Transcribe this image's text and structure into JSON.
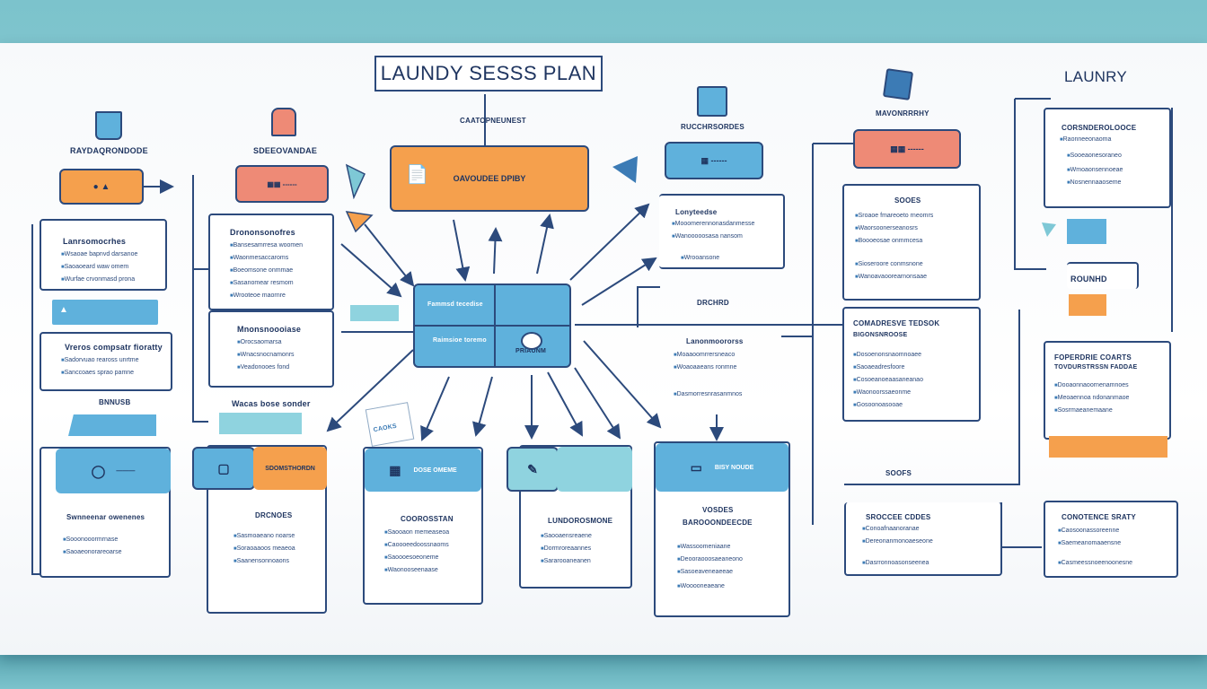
{
  "title": "LAUNDY SESSS PLAN",
  "top_right_title": "LAUNRY",
  "center_node": {
    "top_left": "Fammsd tecedise",
    "bottom_left": "Raimsioe toremo",
    "bottom_right": "PRIAUNM"
  },
  "header_nodes": {
    "center_orange": "OAVOUDEE DPIBY",
    "center_sub": "CAATOPNEUNEST",
    "left_sub": "RAYDAQRONDODE",
    "left2_sub": "SDEEOVANDAE",
    "right_sub": "RUCCHRSORDES",
    "right2_sub": "MAVONRRRHY"
  },
  "panels": {
    "p1_title": "Lanrsomocrhes",
    "p1b_title": "Vreros compsatr fioratty",
    "p1_mid": "BNNUSB",
    "p2_title": "Drononsonofres",
    "p2_bottom": "Wacas bose sonder",
    "p3_title": "Lonyteedse",
    "p3_foot": "DRCHRD",
    "p4_title": "Lanonmoororss",
    "p5_title": "SOOES",
    "p6_title": "COMADRESVE TEDSOK",
    "p6_sub": "BIGONSNROOSE",
    "p7_title": "FOPERDRIE COARTS",
    "p7_sub": "TOVDURSTRSSN FADDAE",
    "rounhd": "ROUNHD",
    "soofs": "SOOFS",
    "sroccree": "SROCCEE CDDES",
    "conotenre": "CONOTENCE SRATY",
    "stamp": "CAOKS"
  },
  "bottom_cards": [
    {
      "header": "",
      "title": "Swnneenar owenenes"
    },
    {
      "header": "SDOMSTHORDN",
      "title": "DRCNOES"
    },
    {
      "header": "DOSE OMEME",
      "title": "COOROSSTAN"
    },
    {
      "header": "",
      "title": "LUNDOROSMONE"
    },
    {
      "header": "BISY NOUDE",
      "title": "BAROOONDEECDE",
      "title2": "VOSDES"
    }
  ],
  "colors": {
    "orange": "#f5a04d",
    "blue": "#5fb1dc",
    "navy": "#2c4a7c",
    "pink": "#ee8a76"
  }
}
